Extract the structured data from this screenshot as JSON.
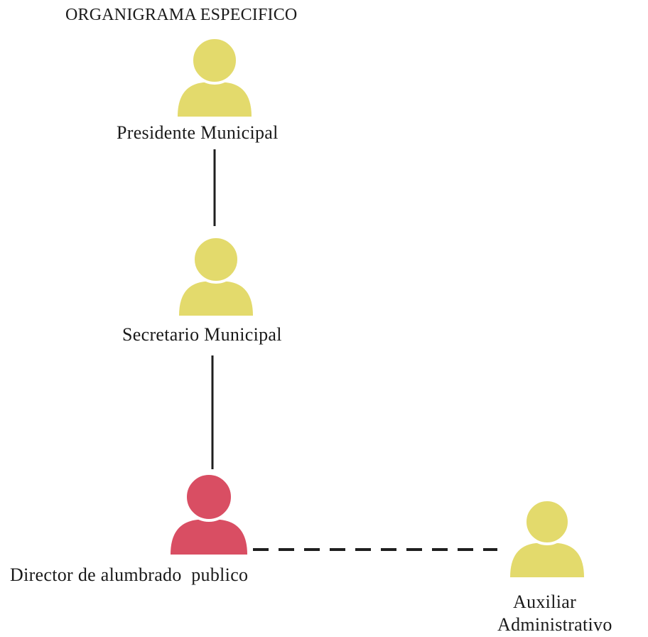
{
  "title": "ORGANIGRAMA ESPECIFICO",
  "colors": {
    "standard": "#e3da6c",
    "highlight": "#d94e63",
    "line": "#1f1f1f"
  },
  "nodes": [
    {
      "id": "presidente",
      "label": "Presidente Municipal",
      "color": "standard",
      "icon": "person-icon"
    },
    {
      "id": "secretario",
      "label": "Secretario Municipal",
      "color": "standard",
      "icon": "person-icon"
    },
    {
      "id": "director",
      "label": "Director de alumbrado  publico",
      "color": "highlight",
      "icon": "person-icon"
    },
    {
      "id": "auxiliar",
      "label_line1": "Auxiliar",
      "label_line2": "Administrativo",
      "color": "standard",
      "icon": "person-icon"
    }
  ],
  "connections": [
    {
      "from": "presidente",
      "to": "secretario",
      "style": "solid"
    },
    {
      "from": "secretario",
      "to": "director",
      "style": "solid"
    },
    {
      "from": "director",
      "to": "auxiliar",
      "style": "dashed"
    }
  ]
}
